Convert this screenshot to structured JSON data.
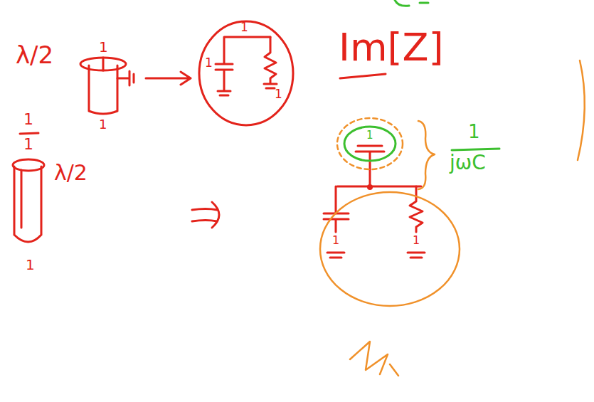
{
  "diagram": {
    "nodes": [
      {
        "text": [
          "1",
          "1",
          "1"
        ]
      }
    ],
    "labels": [
      "λ/2",
      "1",
      "1",
      "Im[Z]",
      "1",
      "1",
      "jωC",
      "1",
      "1",
      "λ/2",
      "1",
      "1",
      "1"
    ]
  }
}
